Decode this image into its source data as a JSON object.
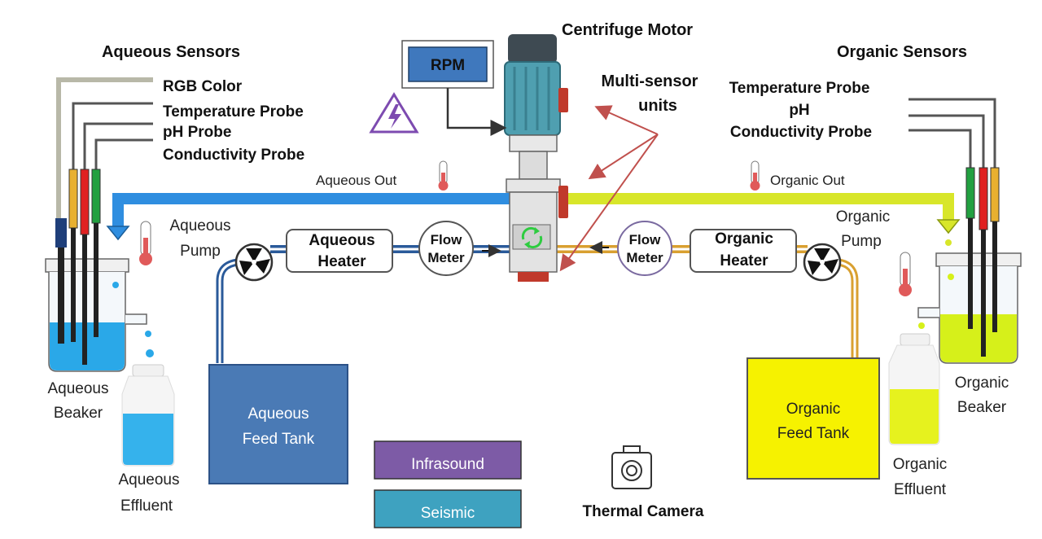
{
  "labels": {
    "centrifuge_motor": "Centrifuge Motor",
    "rpm": "RPM",
    "multi_sensor_line1": "Multi-sensor",
    "multi_sensor_line2": "units",
    "aqueous_sensors": "Aqueous Sensors",
    "organic_sensors": "Organic Sensors",
    "aq_rgb": "RGB Color",
    "aq_temp": "Temperature Probe",
    "aq_ph": "pH Probe",
    "aq_cond": "Conductivity Probe",
    "org_temp": "Temperature Probe",
    "org_ph": "pH",
    "org_cond": "Conductivity Probe",
    "aqueous_out": "Aqueous Out",
    "organic_out": "Organic Out",
    "aqueous_pump_1": "Aqueous",
    "aqueous_pump_2": "Pump",
    "organic_pump_1": "Organic",
    "organic_pump_2": "Pump",
    "aq_heater_1": "Aqueous",
    "aq_heater_2": "Heater",
    "org_heater_1": "Organic",
    "org_heater_2": "Heater",
    "flow_1": "Flow",
    "flow_2": "Meter",
    "aq_beaker_1": "Aqueous",
    "aq_beaker_2": "Beaker",
    "org_beaker_1": "Organic",
    "org_beaker_2": "Beaker",
    "aq_effluent_1": "Aqueous",
    "aq_effluent_2": "Effluent",
    "org_effluent_1": "Organic",
    "org_effluent_2": "Effluent",
    "aq_tank_1": "Aqueous",
    "aq_tank_2": "Feed Tank",
    "org_tank_1": "Organic",
    "org_tank_2": "Feed Tank",
    "infrasound": "Infrasound",
    "seismic": "Seismic",
    "thermal_camera": "Thermal Camera"
  },
  "colors": {
    "aqueous_pipe": "#2f8ee0",
    "organic_pipe": "#d8e62a",
    "aqueous_tank": "#4a7ab5",
    "organic_tank": "#f6f200",
    "infrasound": "#7d5ba6",
    "seismic": "#3ea2c0",
    "arrow": "#c0504d",
    "motor": "#4f9fb0"
  }
}
